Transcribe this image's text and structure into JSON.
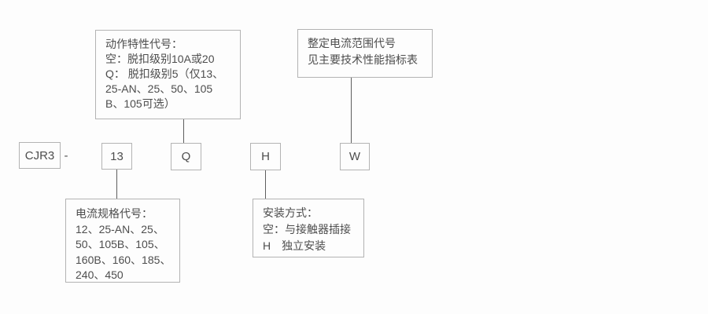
{
  "diagram": {
    "title_meaning": "CJR3 model designation diagram",
    "model_prefix": "CJR3",
    "separator": "-",
    "codes": {
      "current_spec_code": "13",
      "action_characteristic_code": "Q",
      "mounting_code": "H",
      "setting_range_code": "W"
    },
    "callouts": {
      "action_characteristic": {
        "lines": [
          "动作特性代号：",
          "空：脱扣级别10A或20",
          "Q： 脱扣级别5（仅13、",
          "25-AN、25、50、105",
          "B、105可选）"
        ]
      },
      "setting_current_range": {
        "lines": [
          "整定电流范围代号",
          "见主要技术性能指标表"
        ]
      },
      "current_spec": {
        "lines": [
          "电流规格代号：",
          "12、25-AN、25、",
          "50、105B、105、",
          "160B、160、185、",
          "240、450"
        ]
      },
      "mounting": {
        "lines": [
          "安装方式：",
          "空：与接触器插接",
          "H　独立安装"
        ]
      }
    },
    "colors": {
      "background": "#fdfdfd",
      "box_border": "#b3b3b3",
      "connector_line": "#5e5e5e",
      "text": "#4d4d4d"
    }
  }
}
